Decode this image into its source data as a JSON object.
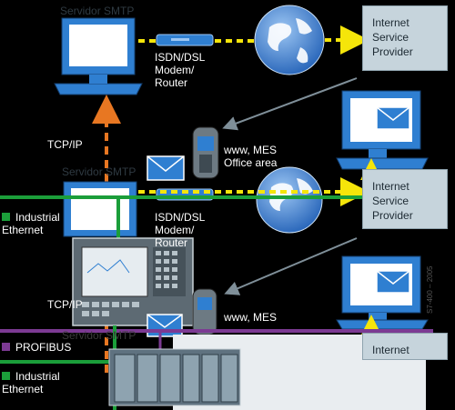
{
  "colors": {
    "background": "#000000",
    "industrial_ethernet": "#1b9e3a",
    "profibus": "#7c3a93",
    "dsl_link": "#f5e50a",
    "tcp_ip_link": "#e87722",
    "internet_box": "#c6d4dc",
    "monitor_blue": "#2f7fd1",
    "globe_blue": "#3f82d6"
  },
  "labels": {
    "smtp_server_top": "Servidor SMTP",
    "isdn_modem_top": "ISDN/DSL\nModem/\nRouter",
    "isp_top": "Internet\nService\nProvider",
    "www_mes_office_top": "www, MES\nOffice area",
    "tcp_ip_top": "TCP/IP",
    "smtp_server_mid": "Servidor SMTP",
    "isdn_modem_mid": "ISDN/DSL\nModem/\nRouter",
    "isp_mid": "Internet\nService\nProvider",
    "industrial_ethernet_1": "Industrial\nEthernet",
    "tcp_ip_bottom": "TCP/IP",
    "www_mes_bottom": "www, MES",
    "smtp_server_bottom": "Servidor SMTP",
    "internet_bottom": "Internet",
    "profibus": "PROFIBUS",
    "industrial_ethernet_2": "Industrial\nEthernet",
    "copyright": "S7-400 – 2005"
  },
  "icons": [
    "monitor-icon",
    "globe-icon",
    "modem-icon",
    "envelope-icon",
    "mobile-phone-icon",
    "panel-pc-icon",
    "plc-rack-icon"
  ]
}
